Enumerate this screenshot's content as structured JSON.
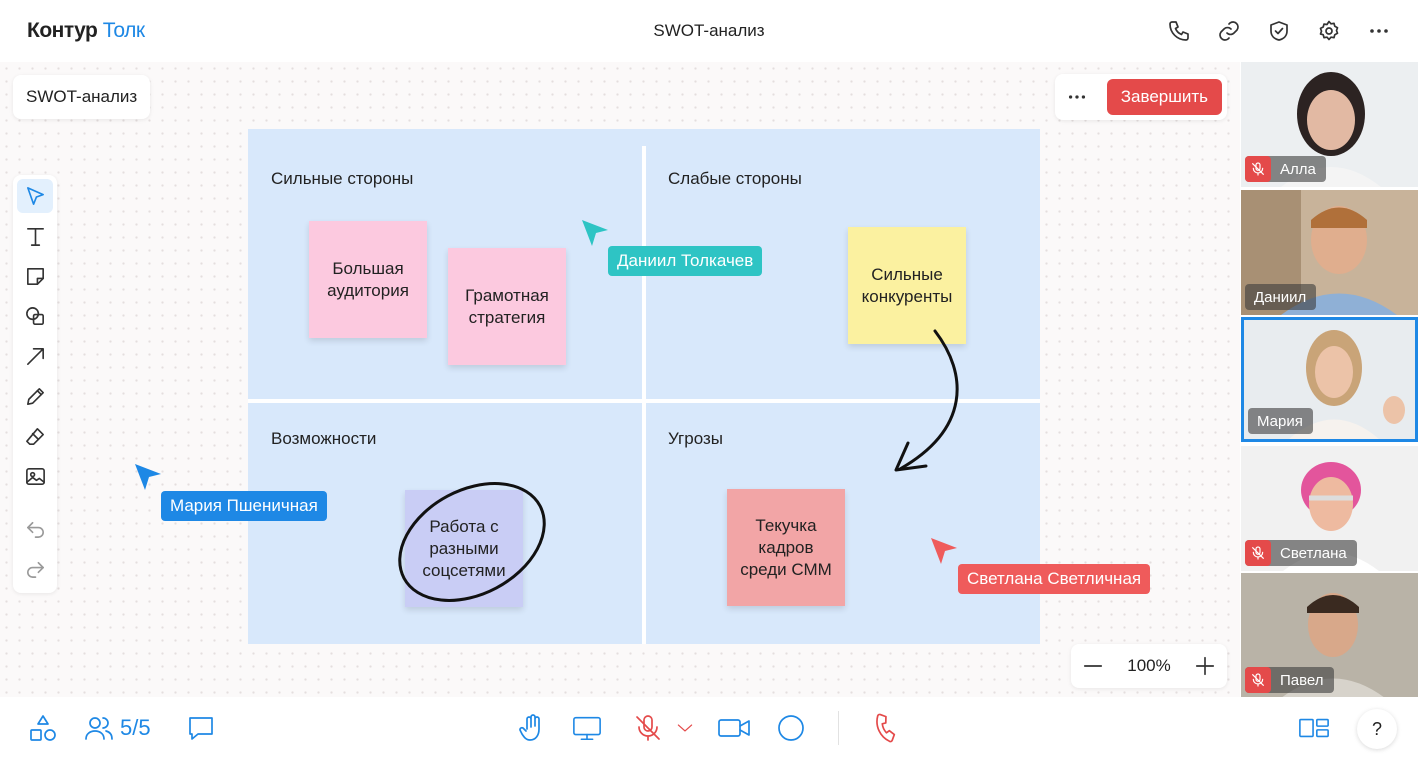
{
  "app": {
    "brand_part1": "Контур",
    "brand_part2": "Толк",
    "meeting_title": "SWOT-анализ"
  },
  "header_icons": [
    "phone-icon",
    "link-icon",
    "shield-check-icon",
    "gear-icon",
    "more-icon"
  ],
  "board": {
    "name": "SWOT-анализ",
    "finish_label": "Завершить",
    "zoom_level": "100%",
    "quadrants": {
      "strengths": "Сильные стороны",
      "weaknesses": "Слабые стороны",
      "opportunities": "Возможности",
      "threats": "Угрозы"
    },
    "stickies": {
      "big_audience": "Большая аудитория",
      "strategy": "Грамотная стратегия",
      "competitors": "Сильные конкуренты",
      "social": "Работа с разными соцсетями",
      "turnover": "Текучка кадров среди СММ"
    },
    "sticky_colors": {
      "pink": "#fcc9df",
      "yellow": "#fbf1a0",
      "violet": "#c9cdf5",
      "red": "#f2a5a6"
    }
  },
  "tools": [
    "cursor-icon",
    "text-icon",
    "sticky-note-icon",
    "shapes-icon",
    "arrow-icon",
    "pen-icon",
    "eraser-icon",
    "image-icon",
    "undo-icon",
    "redo-icon"
  ],
  "cursors": {
    "daniil": {
      "name": "Даниил Толкачев",
      "color": "#2ec4c4"
    },
    "maria": {
      "name": "Мария Пшеничная",
      "color": "#1e88e5"
    },
    "svetlana": {
      "name": "Светлана Светличная",
      "color": "#ef5b5b"
    }
  },
  "participants": [
    {
      "name": "Алла",
      "muted": true
    },
    {
      "name": "Даниил",
      "muted": false
    },
    {
      "name": "Мария",
      "muted": false,
      "speaking": true
    },
    {
      "name": "Светлана",
      "muted": true
    },
    {
      "name": "Павел",
      "muted": true
    }
  ],
  "bottom": {
    "participants_count": "5/5",
    "help_label": "?"
  },
  "colors": {
    "accent": "#1e88e5",
    "danger": "#e44a4a",
    "board_bg": "#d8e8fb"
  }
}
